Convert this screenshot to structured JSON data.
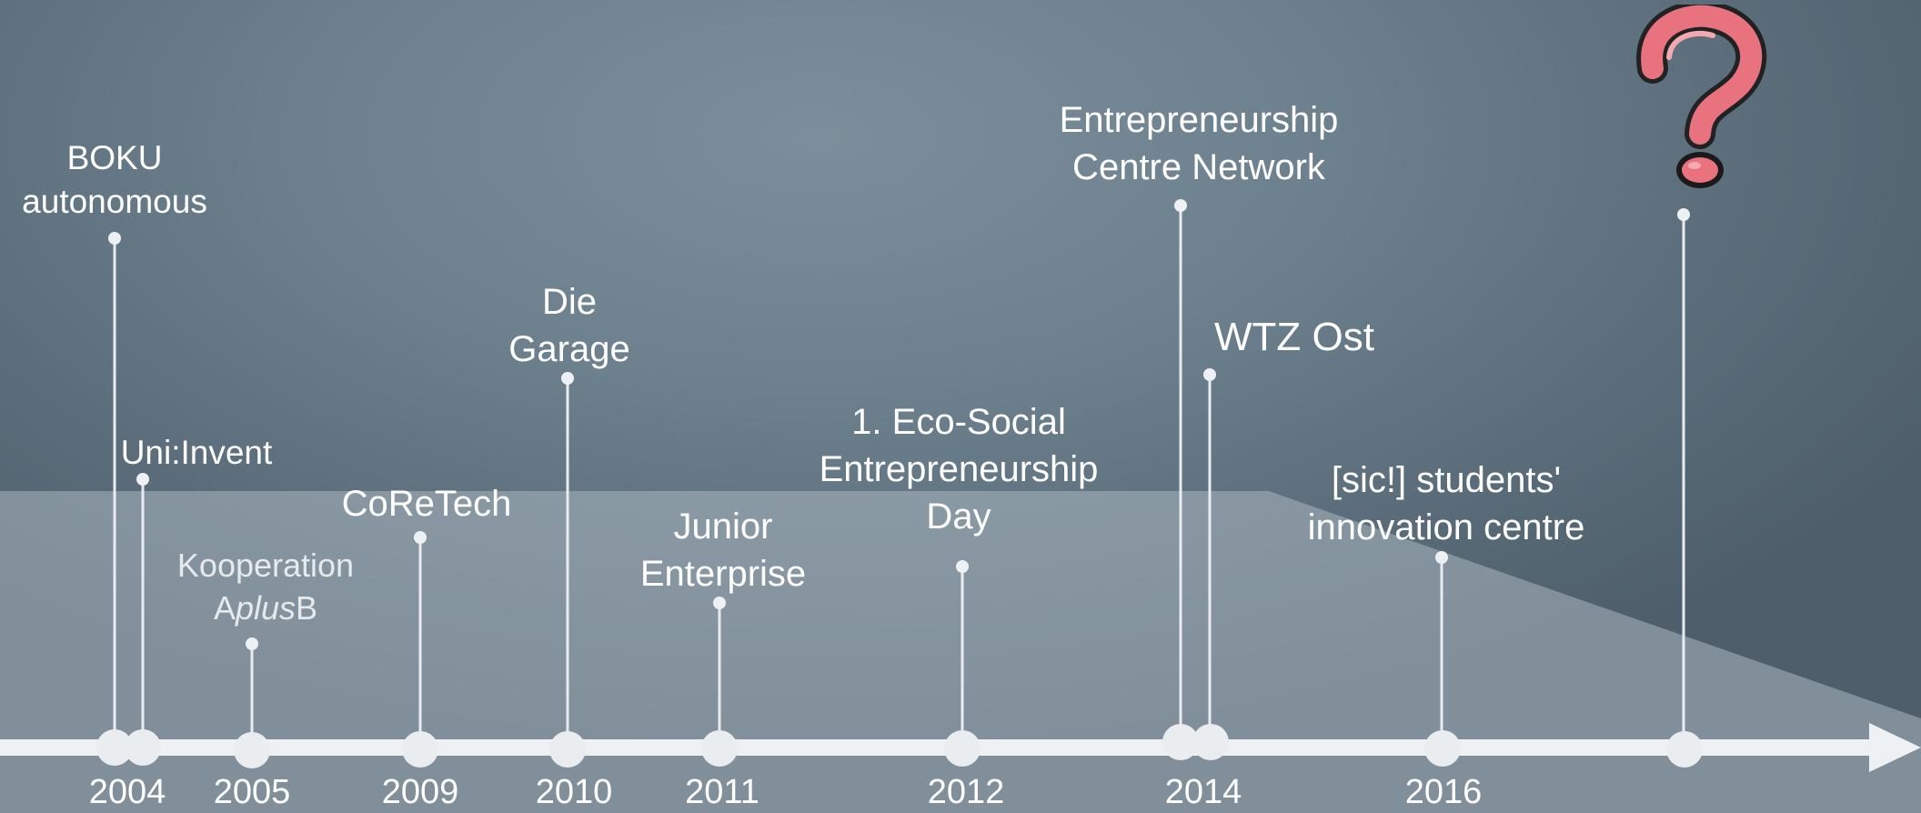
{
  "timeline": {
    "events": [
      {
        "id": "boku",
        "label_lines": [
          "BOKU",
          "autonomous"
        ]
      },
      {
        "id": "uni-invent",
        "label_lines": [
          "Uni:Invent"
        ]
      },
      {
        "id": "aplusb",
        "label_line1": "Kooperation",
        "label_line2_a": "A",
        "label_line2_b": "plus",
        "label_line2_c": "B"
      },
      {
        "id": "coretech",
        "label_lines": [
          "CoReTech"
        ]
      },
      {
        "id": "die-garage",
        "label_lines": [
          "Die",
          "Garage"
        ]
      },
      {
        "id": "junior-enterprise",
        "label_lines": [
          "Junior",
          "Enterprise"
        ]
      },
      {
        "id": "eco-social",
        "label_lines": [
          "1. Eco-Social",
          "Entrepreneurship",
          "Day"
        ]
      },
      {
        "id": "ecn",
        "label_lines": [
          "Entrepreneurship",
          "Centre Network"
        ]
      },
      {
        "id": "wtz-ost",
        "label_lines": [
          "WTZ Ost"
        ]
      },
      {
        "id": "sic",
        "label_lines": [
          "[sic!] students'",
          "innovation centre"
        ]
      },
      {
        "id": "future",
        "label_lines": []
      }
    ],
    "years": [
      "2004",
      "2005",
      "2009",
      "2010",
      "2011",
      "2012",
      "2014",
      "2016"
    ]
  },
  "colors": {
    "line": "#e8ecef",
    "question_fill": "#e8737f",
    "question_outline": "#1a1a1a"
  },
  "icons": {
    "future": "question-mark-icon"
  }
}
